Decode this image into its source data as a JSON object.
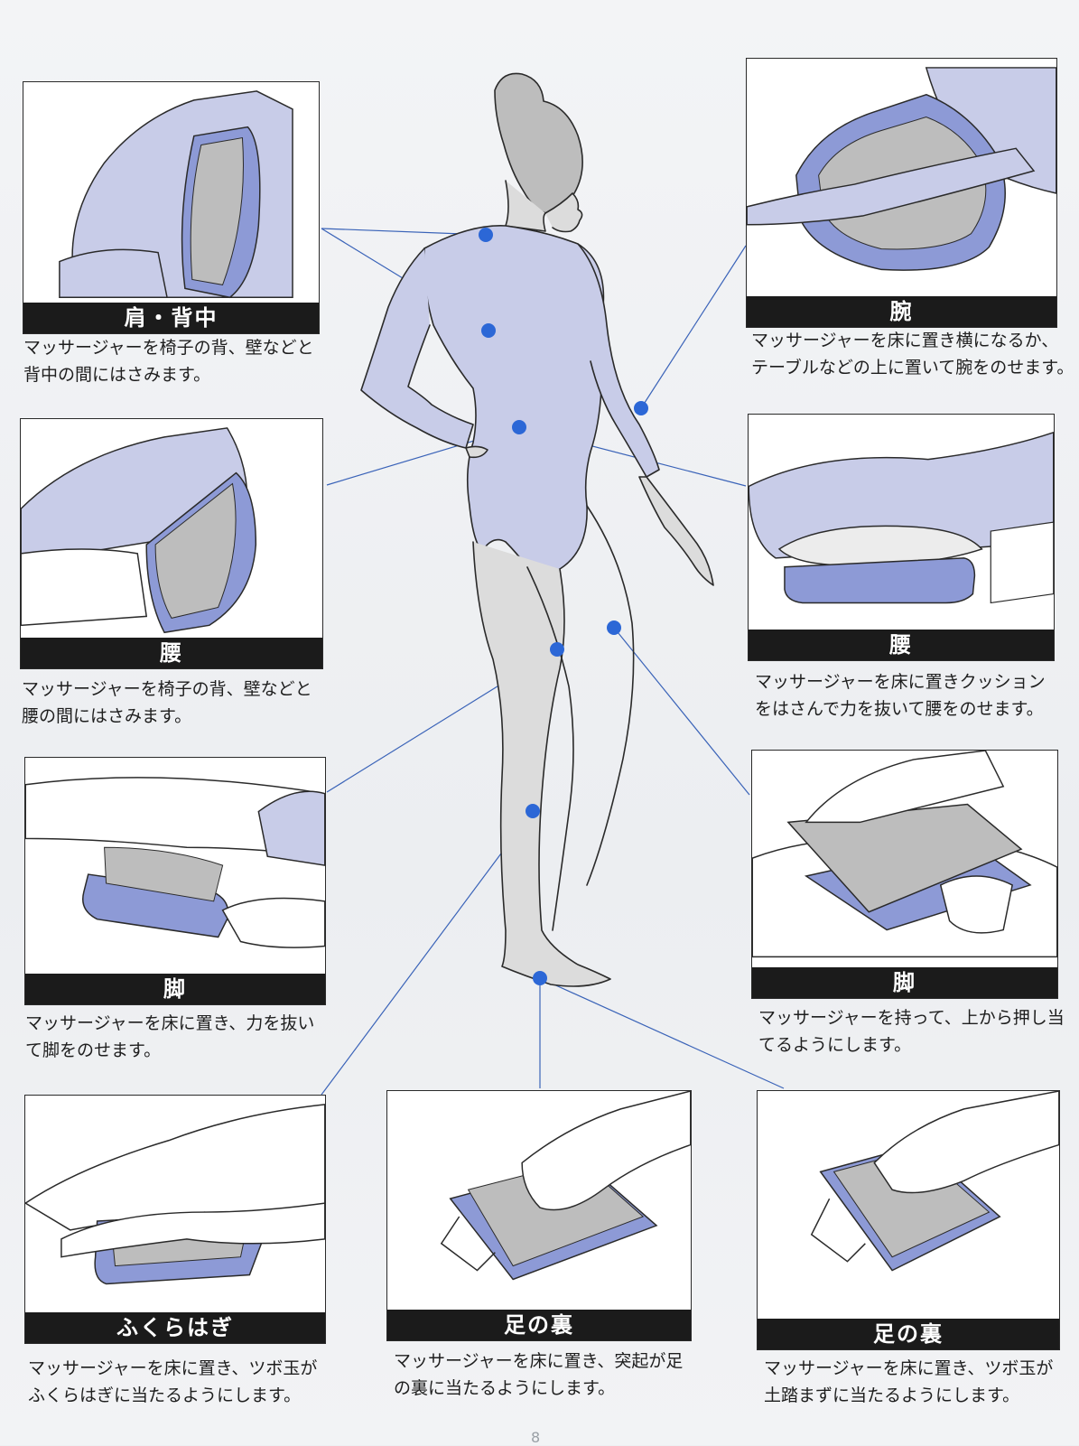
{
  "colors": {
    "body_fill": "#c8cce8",
    "device_fill": "#8d9ad6",
    "device_face": "#bdbdbd",
    "point_dot": "#2c67d6",
    "connector": "#3a63b8",
    "label_bar": "#1b1b1b"
  },
  "panels": [
    {
      "label": "肩・背中",
      "description": "マッサージャーを椅子の背、壁などと\n背中の間にはさみます。"
    },
    {
      "label": "腕",
      "description": "マッサージャーを床に置き横になるか、\nテーブルなどの上に置いて腕をのせます。"
    },
    {
      "label": "腰",
      "description": "マッサージャーを椅子の背、壁などと\n腰の間にはさみます。"
    },
    {
      "label": "腰",
      "description": "マッサージャーを床に置きクッション\nをはさんで力を抜いて腰をのせます。"
    },
    {
      "label": "脚",
      "description": "マッサージャーを床に置き、力を抜い\nて脚をのせます。"
    },
    {
      "label": "脚",
      "description": "マッサージャーを持って、上から押し当\nてるようにします。"
    },
    {
      "label": "ふくらはぎ",
      "description": "マッサージャーを床に置き、ツボ玉が\nふくらはぎに当たるようにします。"
    },
    {
      "label": "足の裏",
      "description": "マッサージャーを床に置き、突起が足\nの裏に当たるようにします。"
    },
    {
      "label": "足の裏",
      "description": "マッサージャーを床に置き、ツボ玉が\n土踏まずに当たるようにします。"
    }
  ],
  "page_number": "8"
}
